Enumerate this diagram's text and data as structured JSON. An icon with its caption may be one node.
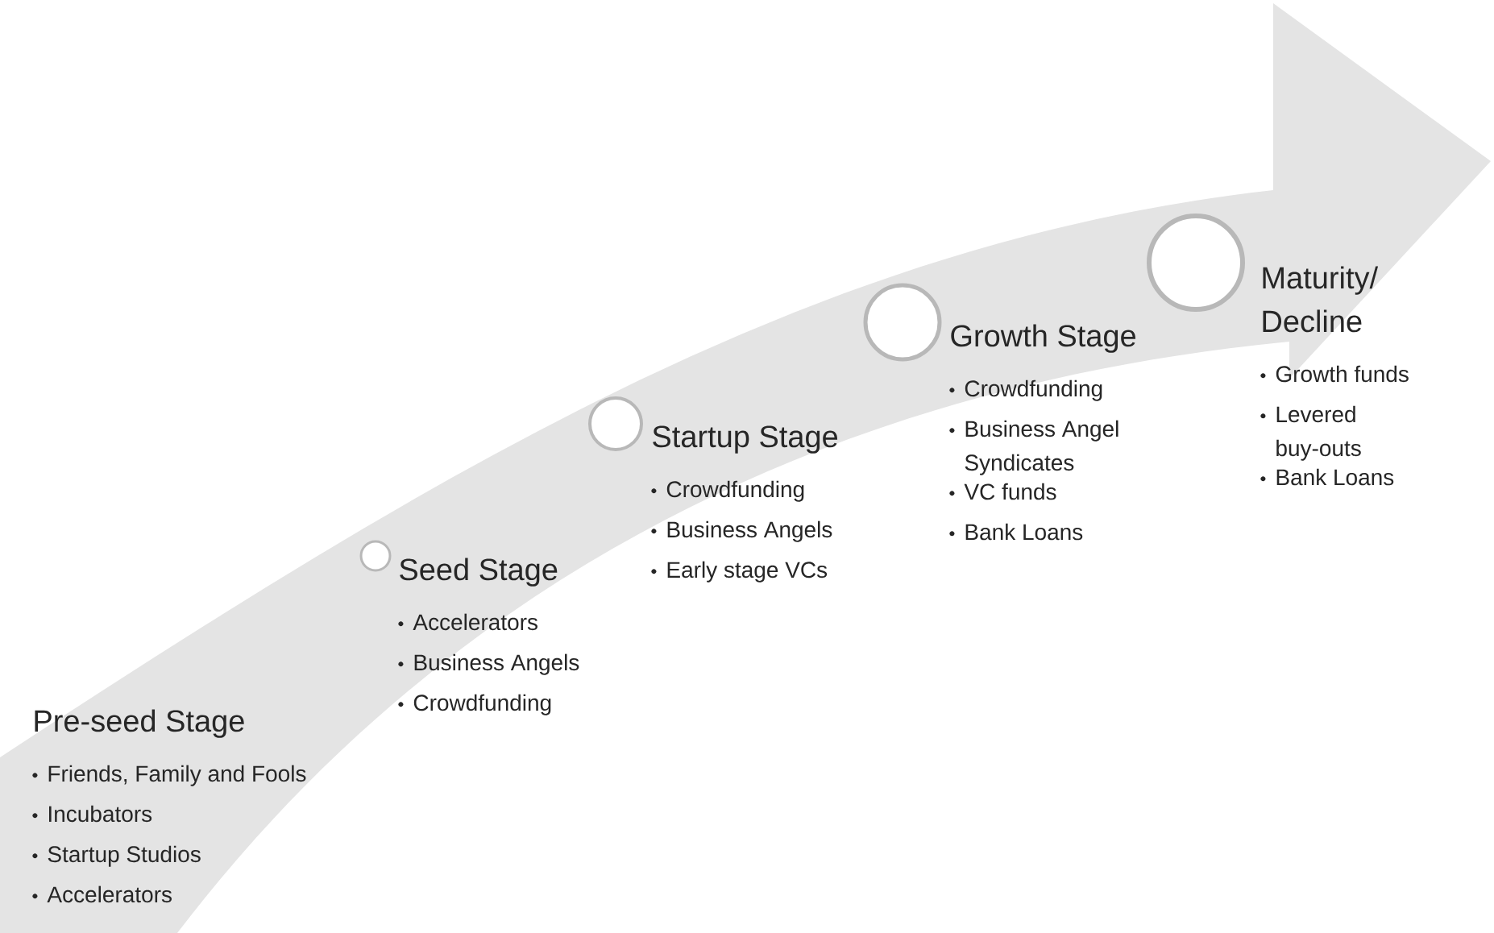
{
  "diagram": {
    "nodes": [
      {
        "text": [
          "Pre-seed Stage",
          "Friends, Family and Fools",
          "Incubators",
          "Startup Studios",
          "Accelerators"
        ]
      },
      {
        "text": [
          "Seed Stage",
          "Accelerators",
          "Business Angels",
          "Crowdfunding"
        ]
      },
      {
        "text": [
          "Startup Stage",
          "Crowdfunding",
          "Business Angels",
          "Early stage VCs"
        ]
      },
      {
        "text": [
          "Growth Stage",
          "Crowdfunding",
          "Business Angel Syndicates",
          "VC funds",
          "Bank Loans"
        ]
      },
      {
        "text": [
          "Maturity/ Decline",
          "Growth funds",
          "Levered buy-outs",
          "Bank Loans"
        ]
      }
    ]
  }
}
